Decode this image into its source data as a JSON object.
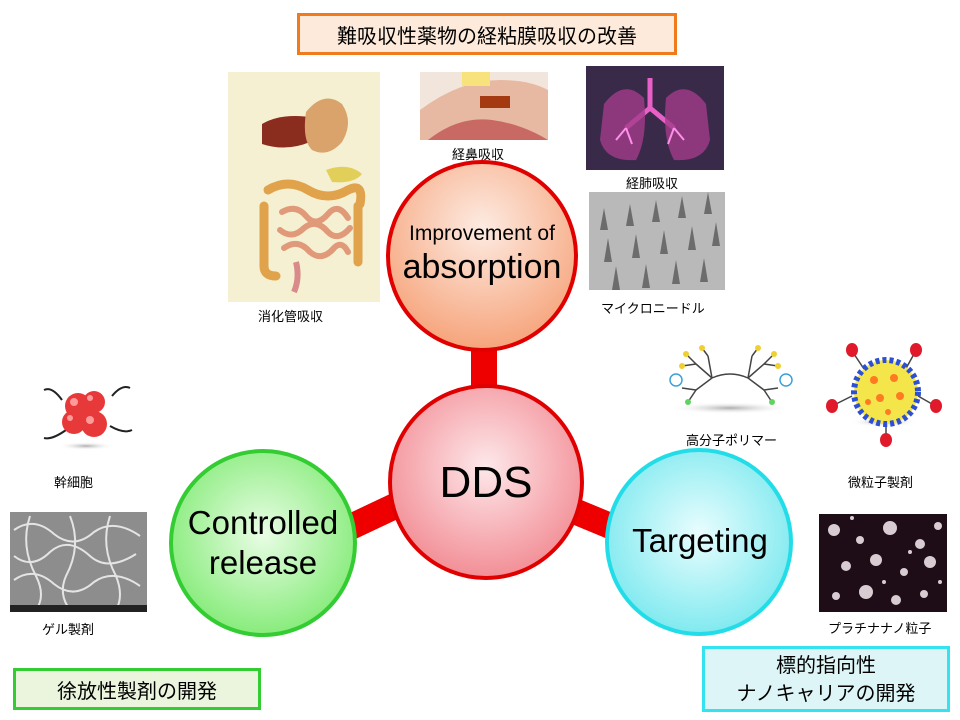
{
  "header": {
    "title": "難吸収性薬物の経粘膜吸収の改善"
  },
  "hub": {
    "label": "DDS"
  },
  "top_circle": {
    "line1": "Improvement of",
    "line2": "absorption"
  },
  "left_circle": {
    "line1": "Controlled",
    "line2": "release"
  },
  "right_circle": {
    "label": "Targeting"
  },
  "captions": {
    "gi": "消化管吸収",
    "nasal": "経鼻吸収",
    "lung": "経肺吸収",
    "microneedle": "マイクロニードル",
    "polymer": "高分子ポリマー",
    "microparticle": "微粒子製剤",
    "stem_cell": "幹細胞",
    "gel": "ゲル製剤",
    "platinum": "プラチナナノ粒子"
  },
  "footer": {
    "left_label": "徐放性製剤の開発",
    "right_line1": "標的指向性",
    "right_line2": "ナノキャリアの開発"
  },
  "colors": {
    "connector": "#ee0000",
    "hub": "#f4a3a8",
    "top": "#f8b695",
    "left": "#8ff084",
    "right": "#88eef2"
  }
}
